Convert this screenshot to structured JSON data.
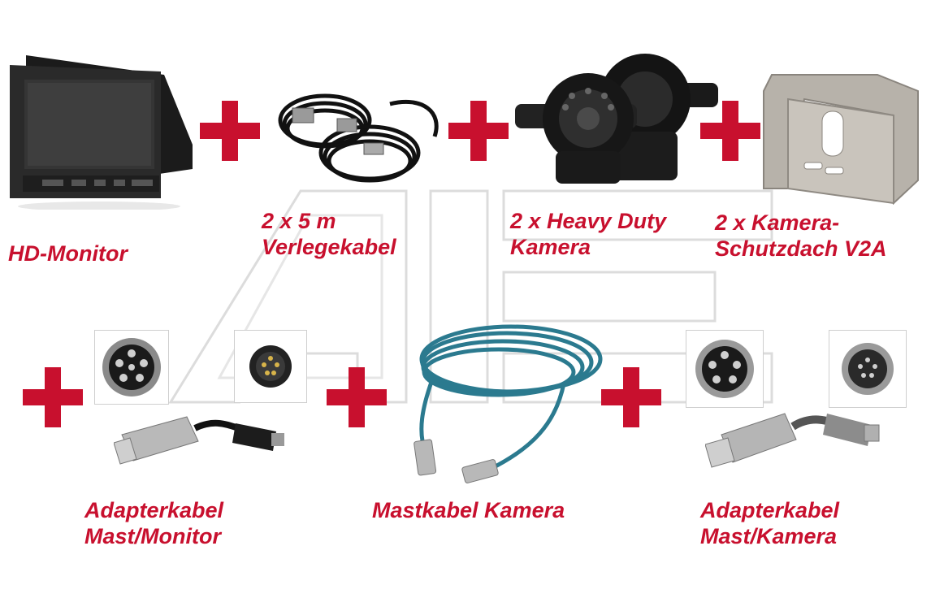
{
  "colors": {
    "accent": "#c8102e",
    "label_dark": "#111111",
    "watermark": "#d9d9d9"
  },
  "top_row": {
    "monitor": {
      "label": "HD-Monitor"
    },
    "cable": {
      "line1": "2 x 5 m",
      "line2": "Verlegekabel"
    },
    "camera": {
      "line1": "2 x Heavy Duty",
      "line2": "Kamera"
    },
    "roof": {
      "line1": "2 x Kamera-",
      "line2": "Schutzdach V2A"
    }
  },
  "bottom_row": {
    "adapter_monitor": {
      "line1": "Adapterkabel",
      "line2": "Mast/Monitor"
    },
    "mast_cable": {
      "label": "Mastkabel Kamera"
    },
    "adapter_camera": {
      "line1": "Adapterkabel",
      "line2": "Mast/Kamera"
    }
  },
  "icons": [
    "plus-icon",
    "watermark-logo"
  ]
}
